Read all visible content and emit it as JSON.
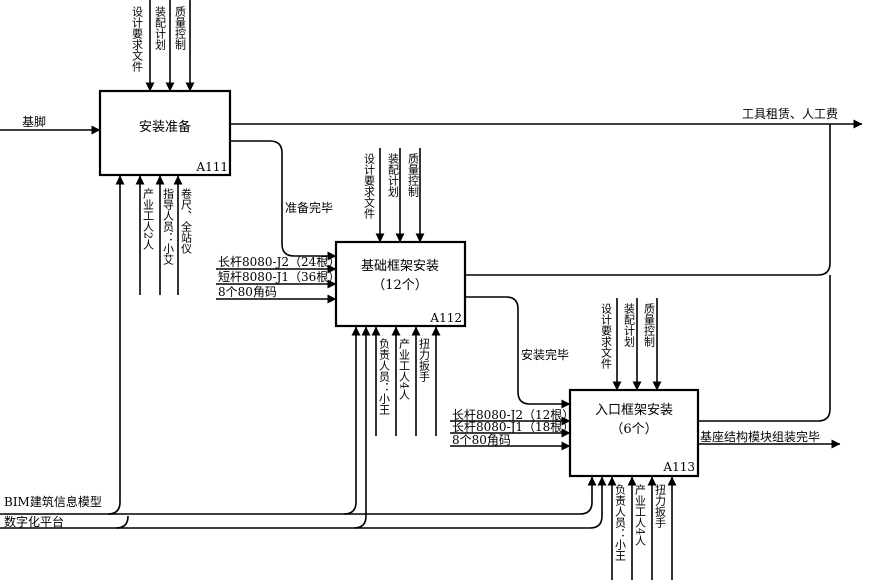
{
  "diagram": {
    "boxes": [
      {
        "id": "a111",
        "title": "安装准备",
        "subtitle": "",
        "code": "A111"
      },
      {
        "id": "a112",
        "title": "基础框架安装",
        "subtitle": "（12个）",
        "code": "A112"
      },
      {
        "id": "a113",
        "title": "入口框架安装",
        "subtitle": "（6个）",
        "code": "A113"
      }
    ],
    "controls": {
      "a111": [
        "设计要求文件",
        "装配计划",
        "质量控制"
      ],
      "a112": [
        "设计要求文件",
        "装配计划",
        "质量控制"
      ],
      "a113": [
        "设计要求文件",
        "装配计划",
        "质量控制"
      ]
    },
    "mechanisms": {
      "a111": [
        "产业工人2人",
        "指导人员：小艾",
        "卷尺、全站仪"
      ],
      "a112": [
        "负责人员：小王",
        "产业工人4人",
        "扭力扳手"
      ],
      "a113": [
        "负责人员：小王",
        "产业工人4人",
        "扭力扳手"
      ]
    },
    "inputs": {
      "a111": "基脚",
      "a112": [
        "长杆8080-J2（24根）",
        "短杆8080-J1（36根）",
        "8个80角码"
      ],
      "a113": [
        "长杆8080-J2（12根）",
        "长杆8080-J1（18根）",
        "8个80角码"
      ]
    },
    "flows": {
      "a111_to_a112": "准备完毕",
      "a112_to_a113": "安装完毕"
    },
    "outputs": {
      "tools": "工具租赁、人工费",
      "final": "基座结构模块组装完毕"
    },
    "platforms": [
      "BIM建筑信息模型",
      "数字化平台"
    ]
  }
}
